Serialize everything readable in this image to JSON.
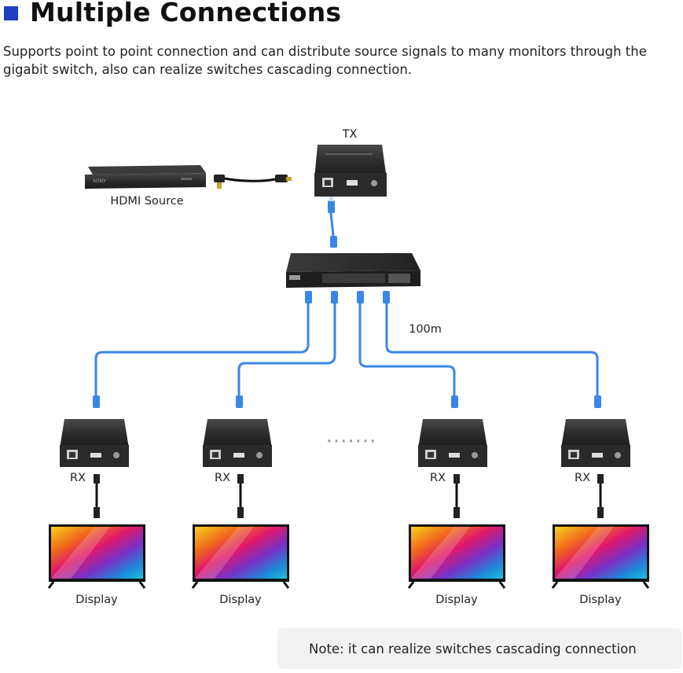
{
  "heading": {
    "title": "Multiple Connections",
    "description": "Supports point to point connection and can distribute source signals to many monitors through the gigabit switch, also can realize switches cascading connection."
  },
  "diagram": {
    "tx_label": "TX",
    "source_label": "HDMI Source",
    "distance_label": "100m",
    "ellipsis": "·······",
    "receivers": [
      {
        "rx_label": "RX",
        "display_label": "Display"
      },
      {
        "rx_label": "RX",
        "display_label": "Display"
      },
      {
        "rx_label": "RX",
        "display_label": "Display"
      },
      {
        "rx_label": "RX",
        "display_label": "Display"
      }
    ],
    "note": "Note: it can realize switches cascading connection"
  },
  "colors": {
    "accent": "#1f3fbf",
    "cable_blue": "#3a86e8",
    "device_body": "#2f2f2f",
    "note_bg": "#f2f2f2"
  }
}
